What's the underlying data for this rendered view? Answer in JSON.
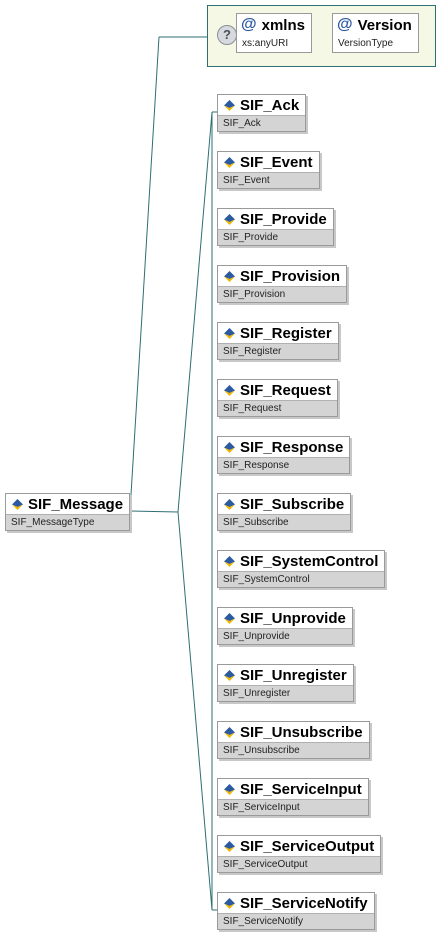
{
  "root": {
    "name": "SIF_Message",
    "type": "SIF_MessageType",
    "icon": "element-icon"
  },
  "attributes": [
    {
      "name": "xmlns",
      "type": "xs:anyURI",
      "icon": "attribute-icon"
    },
    {
      "name": "Version",
      "type": "VersionType",
      "icon": "attribute-icon"
    }
  ],
  "help_icon": {
    "glyph": "?"
  },
  "children": [
    {
      "name": "SIF_Ack",
      "type": "SIF_Ack"
    },
    {
      "name": "SIF_Event",
      "type": "SIF_Event"
    },
    {
      "name": "SIF_Provide",
      "type": "SIF_Provide"
    },
    {
      "name": "SIF_Provision",
      "type": "SIF_Provision"
    },
    {
      "name": "SIF_Register",
      "type": "SIF_Register"
    },
    {
      "name": "SIF_Request",
      "type": "SIF_Request"
    },
    {
      "name": "SIF_Response",
      "type": "SIF_Response"
    },
    {
      "name": "SIF_Subscribe",
      "type": "SIF_Subscribe"
    },
    {
      "name": "SIF_SystemControl",
      "type": "SIF_SystemControl"
    },
    {
      "name": "SIF_Unprovide",
      "type": "SIF_Unprovide"
    },
    {
      "name": "SIF_Unregister",
      "type": "SIF_Unregister"
    },
    {
      "name": "SIF_Unsubscribe",
      "type": "SIF_Unsubscribe"
    },
    {
      "name": "SIF_ServiceInput",
      "type": "SIF_ServiceInput"
    },
    {
      "name": "SIF_ServiceOutput",
      "type": "SIF_ServiceOutput"
    },
    {
      "name": "SIF_ServiceNotify",
      "type": "SIF_ServiceNotify"
    }
  ],
  "colors": {
    "connector": "#2e6f73",
    "icon_blue": "#2c5aa0",
    "icon_yellow": "#f2b600",
    "type_bar": "#d4d4d4",
    "attribute_panel": "#f6f8e6"
  }
}
